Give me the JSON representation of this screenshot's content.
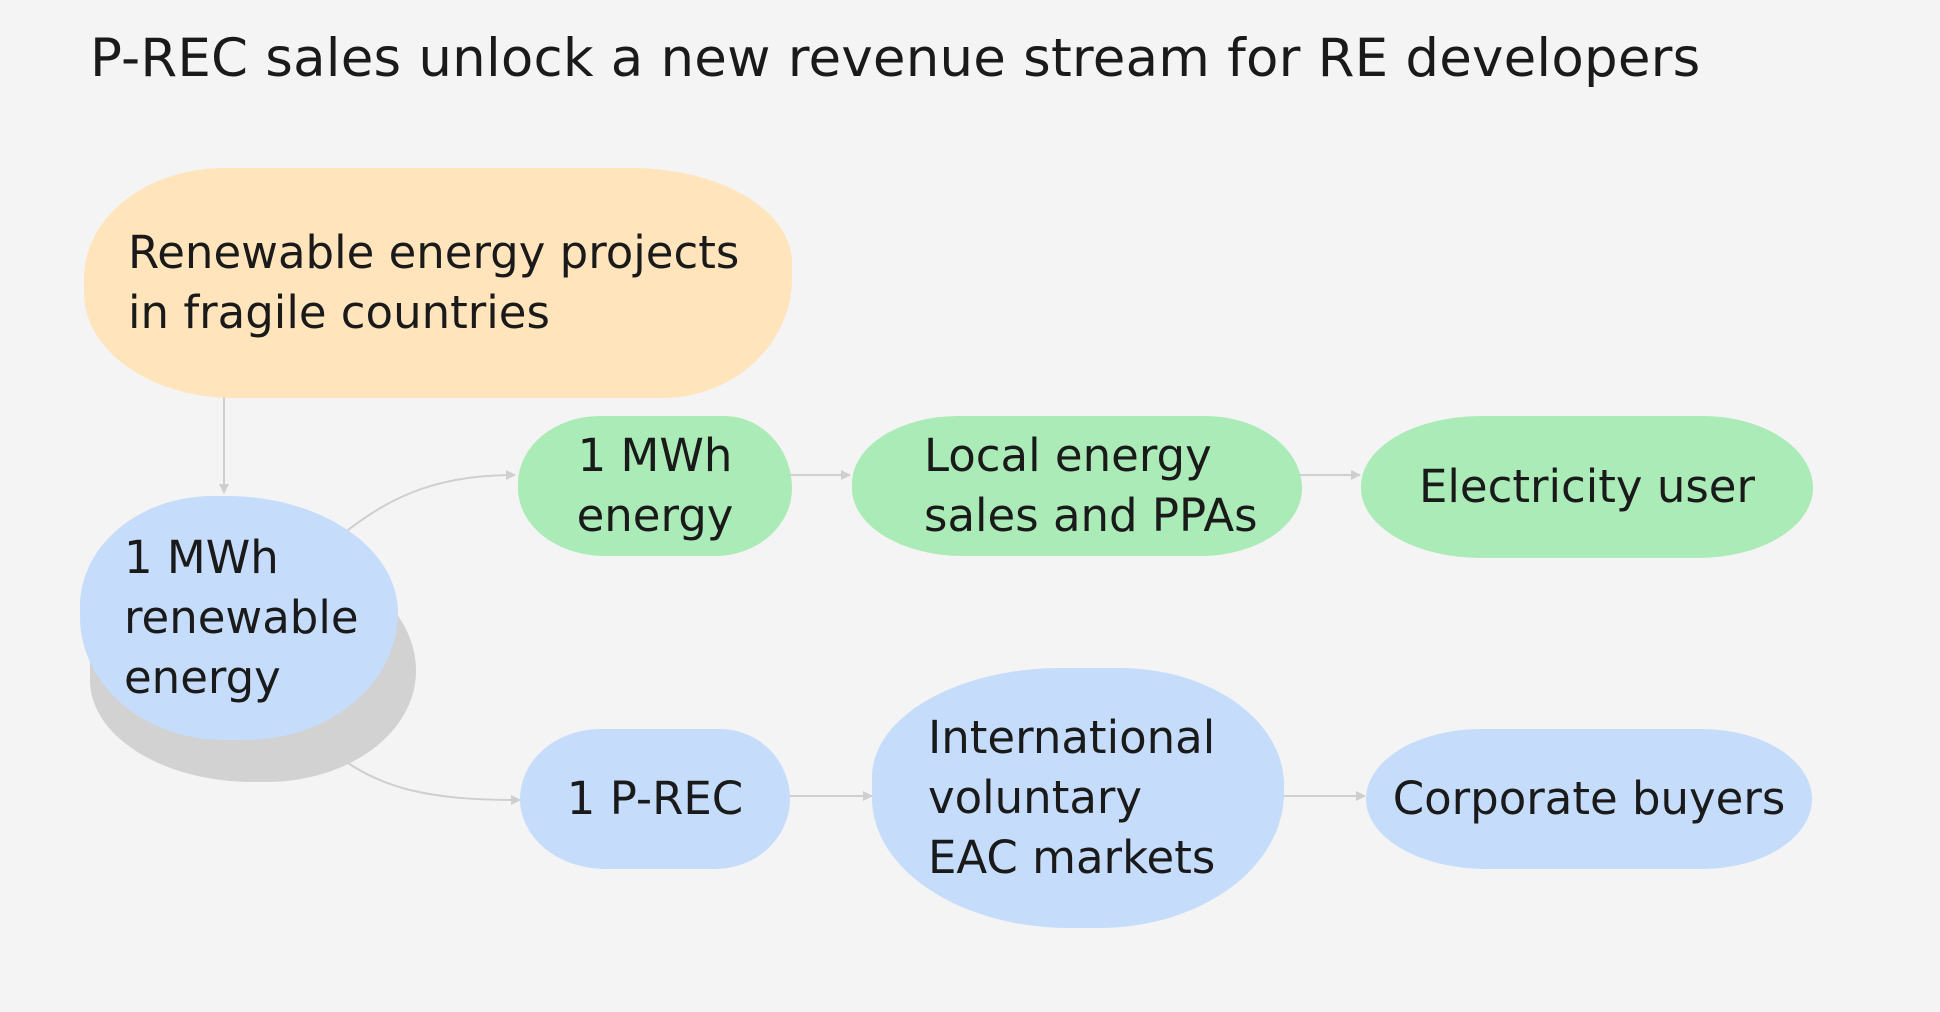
{
  "title": "P-REC sales unlock a new revenue stream for RE developers",
  "nodes": {
    "projects": "Renewable energy projects\nin fragile countries",
    "renewable": "1 MWh\nrenewable\nenergy",
    "energy": "1 MWh\nenergy",
    "local_sales": "Local energy\nsales and PPAs",
    "electricity_user": "Electricity user",
    "prec": "1 P-REC",
    "eac_markets": "International\nvoluntary\nEAC markets",
    "corporate_buyers": "Corporate buyers"
  },
  "colors": {
    "background": "#f4f4f4",
    "source": "#ffe4bc",
    "energy_path": "#aaebb7",
    "certificate_path": "#c5dcfb",
    "connector": "#cfcfcf"
  }
}
